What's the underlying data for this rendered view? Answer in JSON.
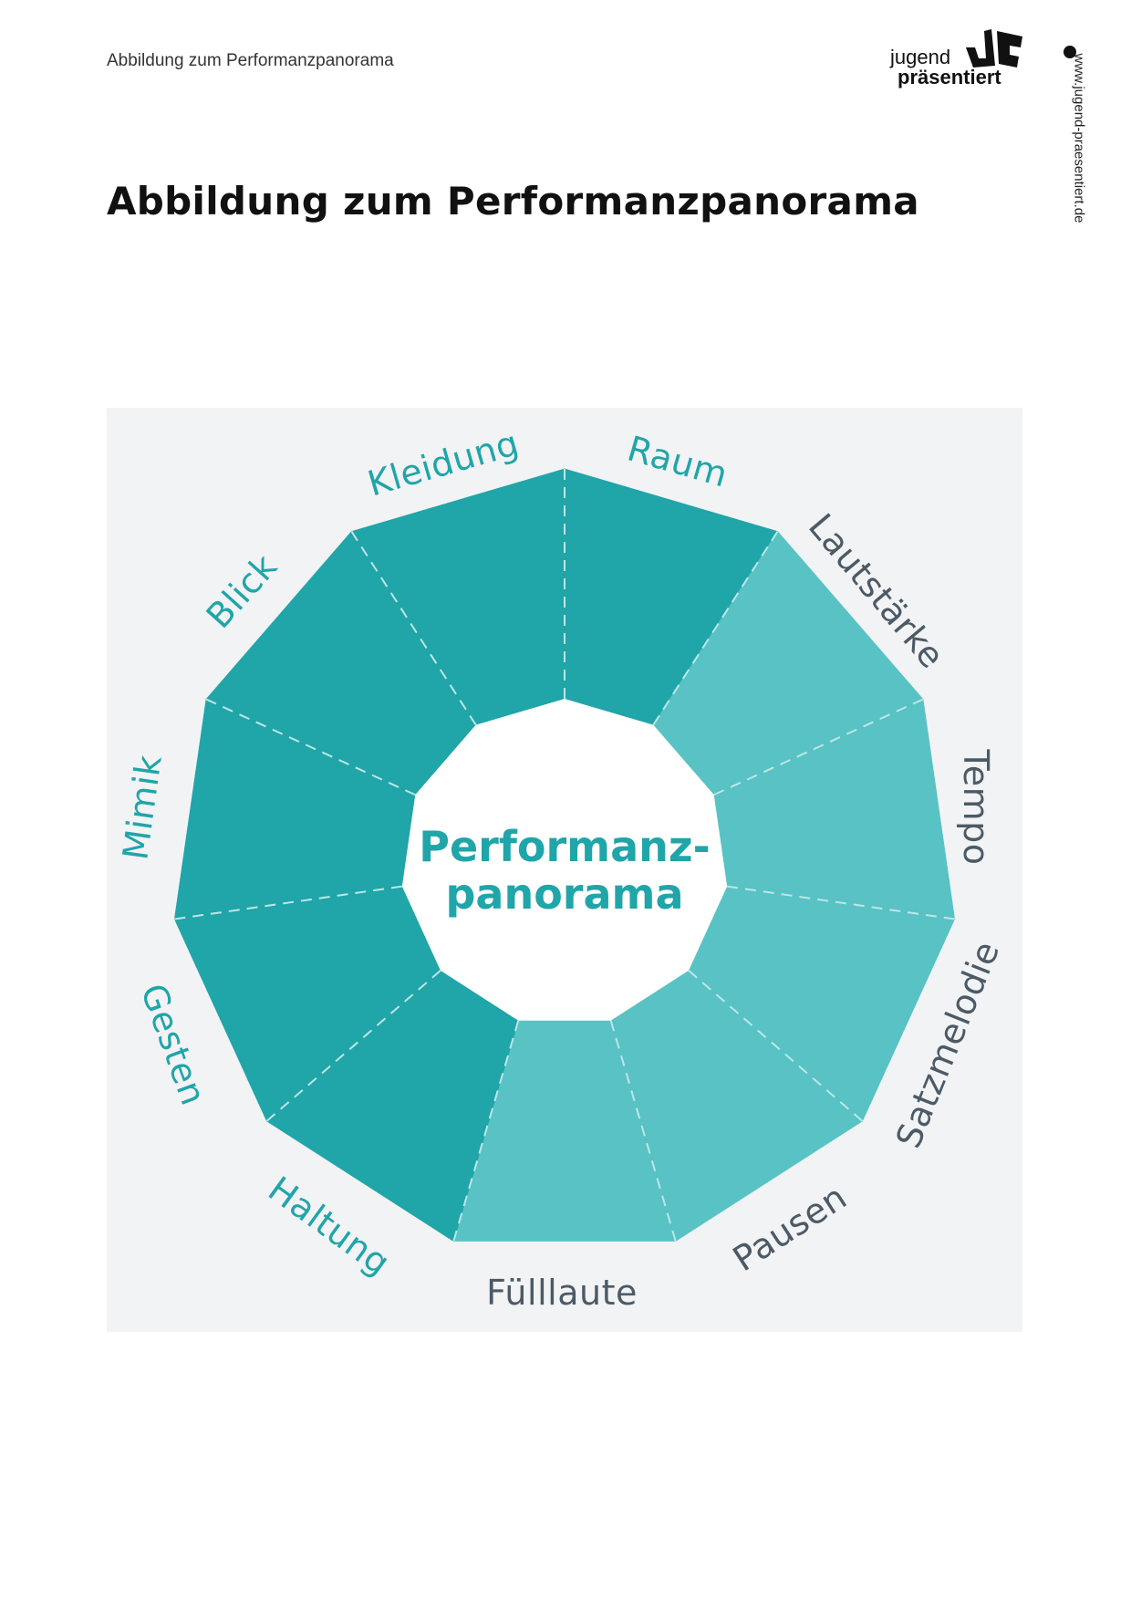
{
  "header": {
    "running_head": "Abbildung zum Performanzpanorama",
    "logo_line1": "jugend",
    "logo_line2": "präsentiert",
    "side_url": "www.jugend-praesentiert.de"
  },
  "title": "Abbildung zum Performanzpanorama",
  "diagram": {
    "center_line1": "Performanz-",
    "center_line2": "panorama",
    "colors": {
      "dark": "#20a5a9",
      "light": "#58c2c4",
      "label_dark": "#20a5a9",
      "label_light": "#4c5a66",
      "background": "#f2f3f5"
    },
    "segments": [
      {
        "label": "Raum",
        "tone": "dark"
      },
      {
        "label": "Lautstärke",
        "tone": "light"
      },
      {
        "label": "Tempo",
        "tone": "light"
      },
      {
        "label": "Satzmelodie",
        "tone": "light"
      },
      {
        "label": "Pausen",
        "tone": "light"
      },
      {
        "label": "Fülllaute",
        "tone": "light"
      },
      {
        "label": "Haltung",
        "tone": "dark"
      },
      {
        "label": "Gesten",
        "tone": "dark"
      },
      {
        "label": "Mimik",
        "tone": "dark"
      },
      {
        "label": "Blick",
        "tone": "dark"
      },
      {
        "label": "Kleidung",
        "tone": "dark"
      }
    ]
  }
}
